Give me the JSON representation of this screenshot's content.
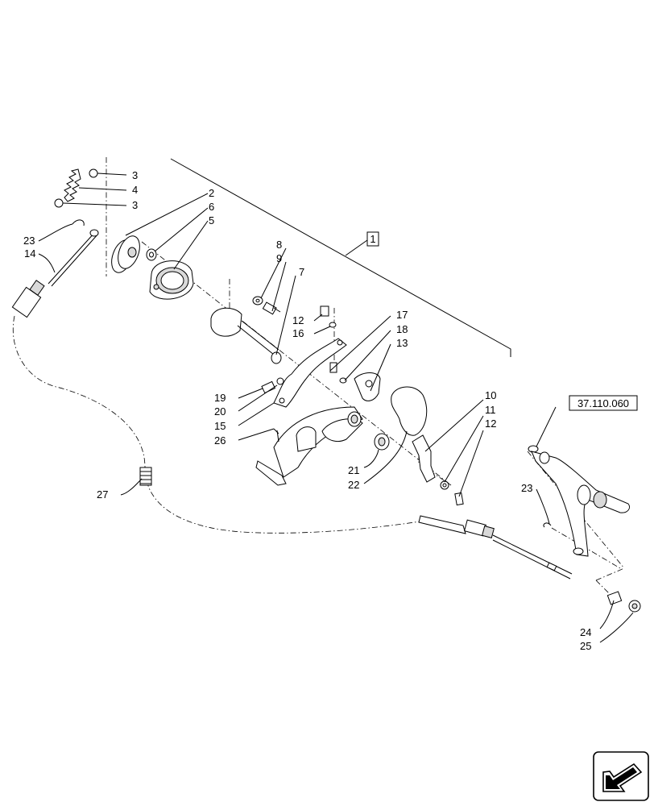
{
  "labels": {
    "assembly": "1",
    "p2": "2",
    "p3a": "3",
    "p3b": "3",
    "p4": "4",
    "p5": "5",
    "p6": "6",
    "p7": "7",
    "p8": "8",
    "p9": "9",
    "p10": "10",
    "p11": "11",
    "p12a": "12",
    "p12b": "12",
    "p13": "13",
    "p14": "14",
    "p15": "15",
    "p16": "16",
    "p17": "17",
    "p18": "18",
    "p19": "19",
    "p20": "20",
    "p21": "21",
    "p22": "22",
    "p23a": "23",
    "p23b": "23",
    "p24": "24",
    "p25": "25",
    "p26": "26",
    "p27": "27"
  },
  "reference": "37.110.060",
  "nav_icon": "arrow-back-icon",
  "colors": {
    "line": "#000000",
    "shade": "#d9d9d9",
    "background": "#ffffff"
  }
}
